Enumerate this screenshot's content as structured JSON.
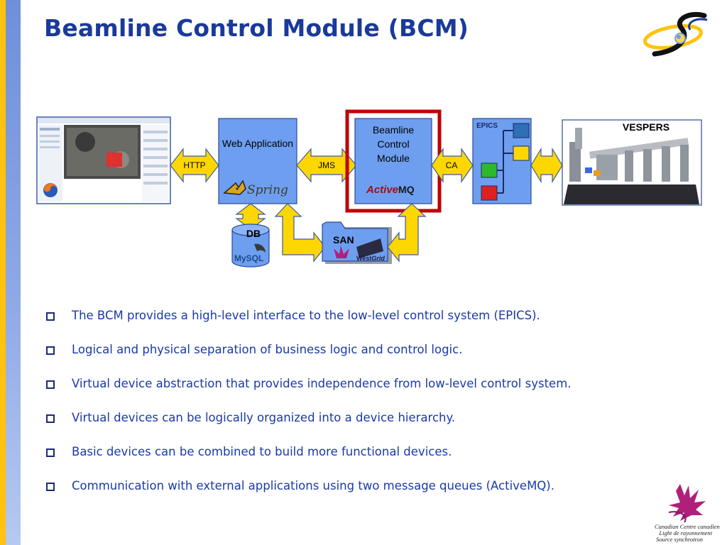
{
  "title": "Beamline Control Module (BCM)",
  "diagram": {
    "web_app_label": "Web Application",
    "spring_label": "Spring",
    "bcm_label_line1": "Beamline",
    "bcm_label_line2": "Control",
    "bcm_label_line3": "Module",
    "activemq_active": "Active",
    "activemq_mq": "MQ",
    "epics_label": "EPICS",
    "vespers_label": "VESPERS",
    "db_label": "DB",
    "mysql_label": "MySQL",
    "san_label": "SAN",
    "westgrid_west": "West",
    "westgrid_grid": "Grid",
    "arrows": {
      "http": "HTTP",
      "jms": "JMS",
      "ca": "CA"
    },
    "colors": {
      "box_blue": "#6e9ef0",
      "arrow_yellow": "#ffd700",
      "highlight_red": "#c00000",
      "epics_dark": "#2f6fb8",
      "epics_yellow": "#ffd700",
      "epics_green": "#2eb82e",
      "epics_red": "#e02020"
    }
  },
  "bullets": [
    "The BCM provides a high-level interface to the low-level control system (EPICS).",
    "Logical and physical separation of business logic and control logic.",
    "Virtual device abstraction that provides independence from low-level control system.",
    "Virtual devices can be logically organized into a device hierarchy.",
    "Basic devices can be combined to build more functional devices.",
    "Communication with external applications using two message queues (ActiveMQ)."
  ],
  "footer_logo": {
    "line1_en": "Canadian",
    "line1_fr": "Centre canadien",
    "line2_en": "Light",
    "line2_fr": "de rayonnement",
    "line3_en": "Source",
    "line3_fr": "synchrotron"
  },
  "icons": [
    "cls-swoosh-logo",
    "firefox-icon",
    "tomcat-icon",
    "mysql-dolphin-icon",
    "westgrid-icon",
    "cls-maple-logo"
  ]
}
